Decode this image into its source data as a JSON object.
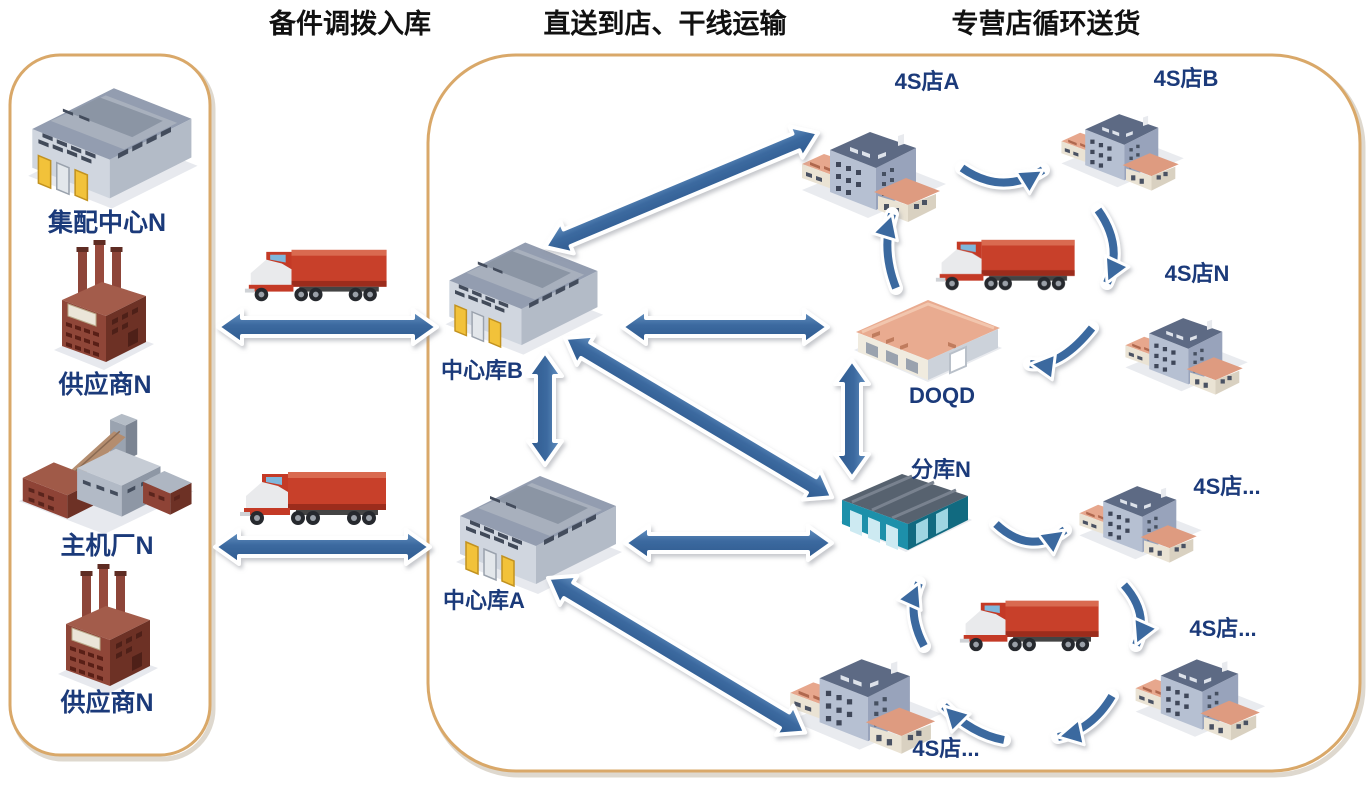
{
  "headers": {
    "spare_parts_inbound": "备件调拨入库",
    "direct_trunk": "直送到店、干线运输",
    "store_loop": "专营店循环送货"
  },
  "suppliers_panel": {
    "items": [
      {
        "label": "集配中心N",
        "icon": "warehouse-icon"
      },
      {
        "label": "供应商N",
        "icon": "factory-icon"
      },
      {
        "label": "主机厂N",
        "icon": "plant-icon"
      },
      {
        "label": "供应商N",
        "icon": "factory-icon"
      }
    ]
  },
  "network": {
    "central_warehouse_b": {
      "label": "中心库B"
    },
    "central_warehouse_a": {
      "label": "中心库A"
    },
    "store_a": {
      "label": "4S店A"
    },
    "store_b": {
      "label": "4S店B"
    },
    "store_n": {
      "label": "4S店N"
    },
    "doqd": {
      "label": "DOQD"
    },
    "branch_warehouse_n": {
      "label": "分库N"
    },
    "store_more_right": {
      "label": "4S店..."
    },
    "store_more_lower": {
      "label": "4S店..."
    },
    "store_more_bottom": {
      "label": "4S店..."
    }
  },
  "icons": {
    "truck": "red-semi-truck",
    "double_arrow": "blue-double-headed-arrow",
    "loop_arrow": "blue-curved-cycle-arrow"
  },
  "colors": {
    "panel_border": "#d9a869",
    "arrow_blue": "#3b699f",
    "label_navy": "#1b3a7a",
    "header_black": "#111111",
    "truck_red": "#c8402a",
    "branch_teal": "#1d90aa"
  }
}
